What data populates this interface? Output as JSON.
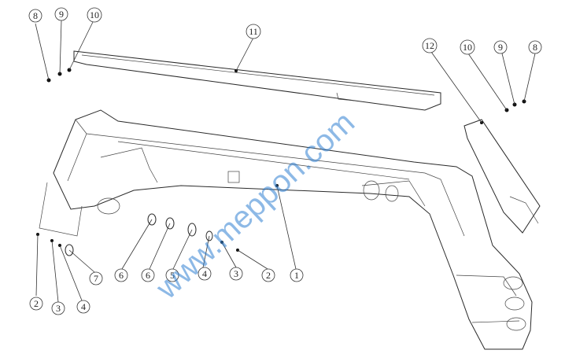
{
  "diagram": {
    "callouts": [
      "8",
      "9",
      "10",
      "11",
      "12",
      "10",
      "9",
      "8",
      "6",
      "6",
      "5",
      "4",
      "3",
      "2",
      "1",
      "2",
      "3",
      "4",
      "7"
    ],
    "watermark": "www.meppon.com"
  }
}
